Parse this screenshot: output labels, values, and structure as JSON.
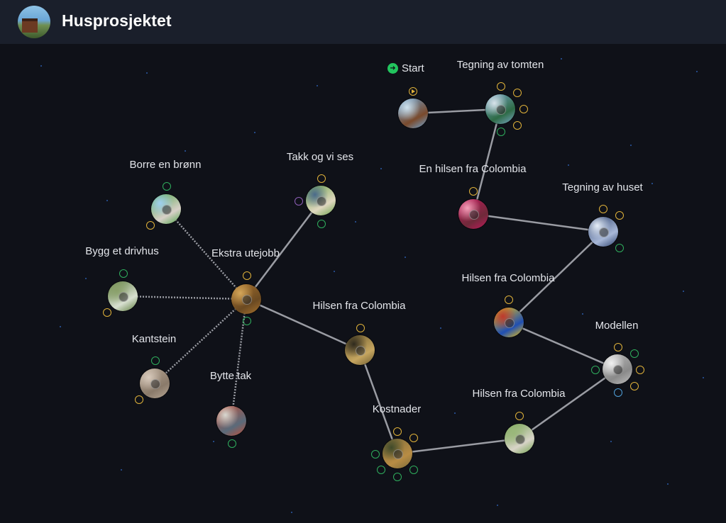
{
  "app": {
    "title": "Husprosjektet",
    "avatar_icon": "house-by-lake-image"
  },
  "start": {
    "label": "Start",
    "icon": "start-icon"
  },
  "nodes": [
    {
      "id": "start",
      "label": "",
      "colors": [
        "#6ea8d8",
        "#7a4a2c",
        "#cfe3ef"
      ]
    },
    {
      "id": "tegning-tomten",
      "label": "Tegning av tomten",
      "colors": [
        "#7aa7c8",
        "#2e6b46",
        "#d8e3ea"
      ]
    },
    {
      "id": "hilsen-colombia-1",
      "label": "En hilsen fra Colombia",
      "colors": [
        "#c2185b",
        "#6f2a3a",
        "#f4a0b9"
      ]
    },
    {
      "id": "tegning-huset",
      "label": "Tegning av huset",
      "colors": [
        "#2a3f6a",
        "#a8b8d8",
        "#e6eef8"
      ]
    },
    {
      "id": "hilsen-colombia-2",
      "label": "Hilsen fra Colombia",
      "colors": [
        "#f1c40f",
        "#1f4fb3",
        "#c0392b"
      ]
    },
    {
      "id": "modellen",
      "label": "Modellen",
      "colors": [
        "#bfbfbf",
        "#8a8a8a",
        "#f2f2f2"
      ]
    },
    {
      "id": "hilsen-colombia-3",
      "label": "Hilsen fra Colombia",
      "colors": [
        "#6fa04a",
        "#d8d4c8",
        "#9ab87a"
      ]
    },
    {
      "id": "kostnader",
      "label": "Kostnader",
      "colors": [
        "#7a6a3a",
        "#b88c44",
        "#3f4a2a"
      ]
    },
    {
      "id": "hilsen-colombia-4",
      "label": "Hilsen fra Colombia",
      "colors": [
        "#6b5a2e",
        "#c6a660",
        "#2f2a1e"
      ]
    },
    {
      "id": "ekstra-utejobb",
      "label": "Ekstra utejobb",
      "colors": [
        "#a8722e",
        "#6b4a22",
        "#d4a65a"
      ]
    },
    {
      "id": "takk-og-vi-ses",
      "label": "Takk og vi ses",
      "colors": [
        "#6aa24a",
        "#e0d8c0",
        "#4a6a8a"
      ]
    },
    {
      "id": "borre-en-bronn",
      "label": "Borre en brønn",
      "colors": [
        "#4fa34a",
        "#d8d0c8",
        "#9fd0f0"
      ]
    },
    {
      "id": "bygg-et-drivhus",
      "label": "Bygg et drivhus",
      "colors": [
        "#5a7a3a",
        "#d8e0d0",
        "#8aa06a"
      ]
    },
    {
      "id": "kantstein",
      "label": "Kantstein",
      "colors": [
        "#b8a896",
        "#8a7a6a",
        "#d8cabc"
      ]
    },
    {
      "id": "bytte-tak",
      "label": "Bytte tak",
      "colors": [
        "#c0503a",
        "#5a6a7a",
        "#d8d8d0"
      ]
    }
  ],
  "colors": {
    "background": "#0f1118",
    "topbar": "#1a1f2b",
    "edge": "#9a9ca3",
    "marker_gold": "#e0b23a",
    "marker_green": "#2fae5d",
    "marker_purple": "#8e5fb8",
    "marker_blue": "#4f9fd8",
    "start_green": "#22c55e"
  }
}
